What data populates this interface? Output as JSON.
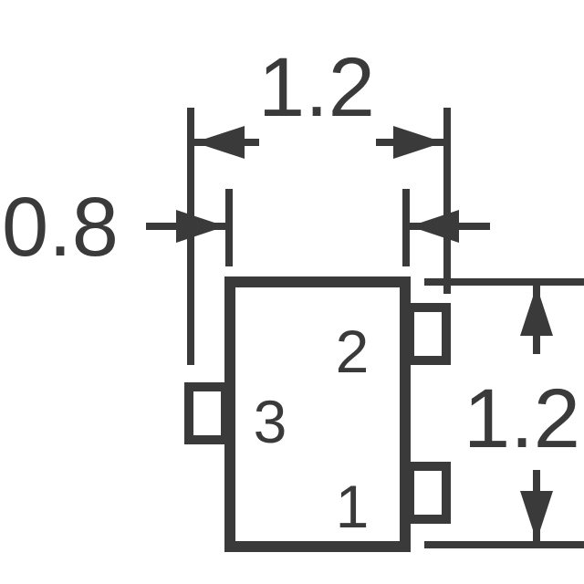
{
  "dimensions": {
    "overall_width": "1.2",
    "pad_width": "0.8",
    "height": "1.2"
  },
  "pins": {
    "pin1": "1",
    "pin2": "2",
    "pin3": "3"
  },
  "colors": {
    "line": "#3a3a3a",
    "background": "#ffffff"
  }
}
